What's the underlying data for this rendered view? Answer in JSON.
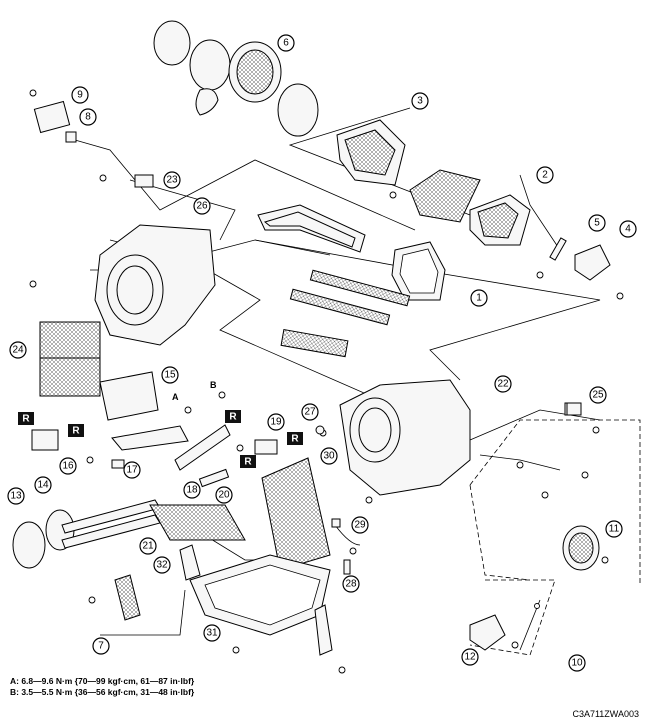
{
  "callouts": [
    "1",
    "2",
    "3",
    "4",
    "5",
    "6",
    "7",
    "8",
    "9",
    "10",
    "11",
    "12",
    "13",
    "14",
    "15",
    "16",
    "17",
    "18",
    "19",
    "20",
    "21",
    "22",
    "23",
    "24",
    "25",
    "26",
    "27",
    "28",
    "29",
    "30",
    "31",
    "32"
  ],
  "reference_letters": [
    "A",
    "B"
  ],
  "replace_badge": "R",
  "notes": {
    "a": "A: 6.8—9.6 N·m {70—99 kgf·cm, 61—87 in·lbf}",
    "b": "B: 3.5—5.5 N·m {36—56 kgf·cm, 31—48 in·lbf}"
  },
  "figure_code": "C3A711ZWA003"
}
